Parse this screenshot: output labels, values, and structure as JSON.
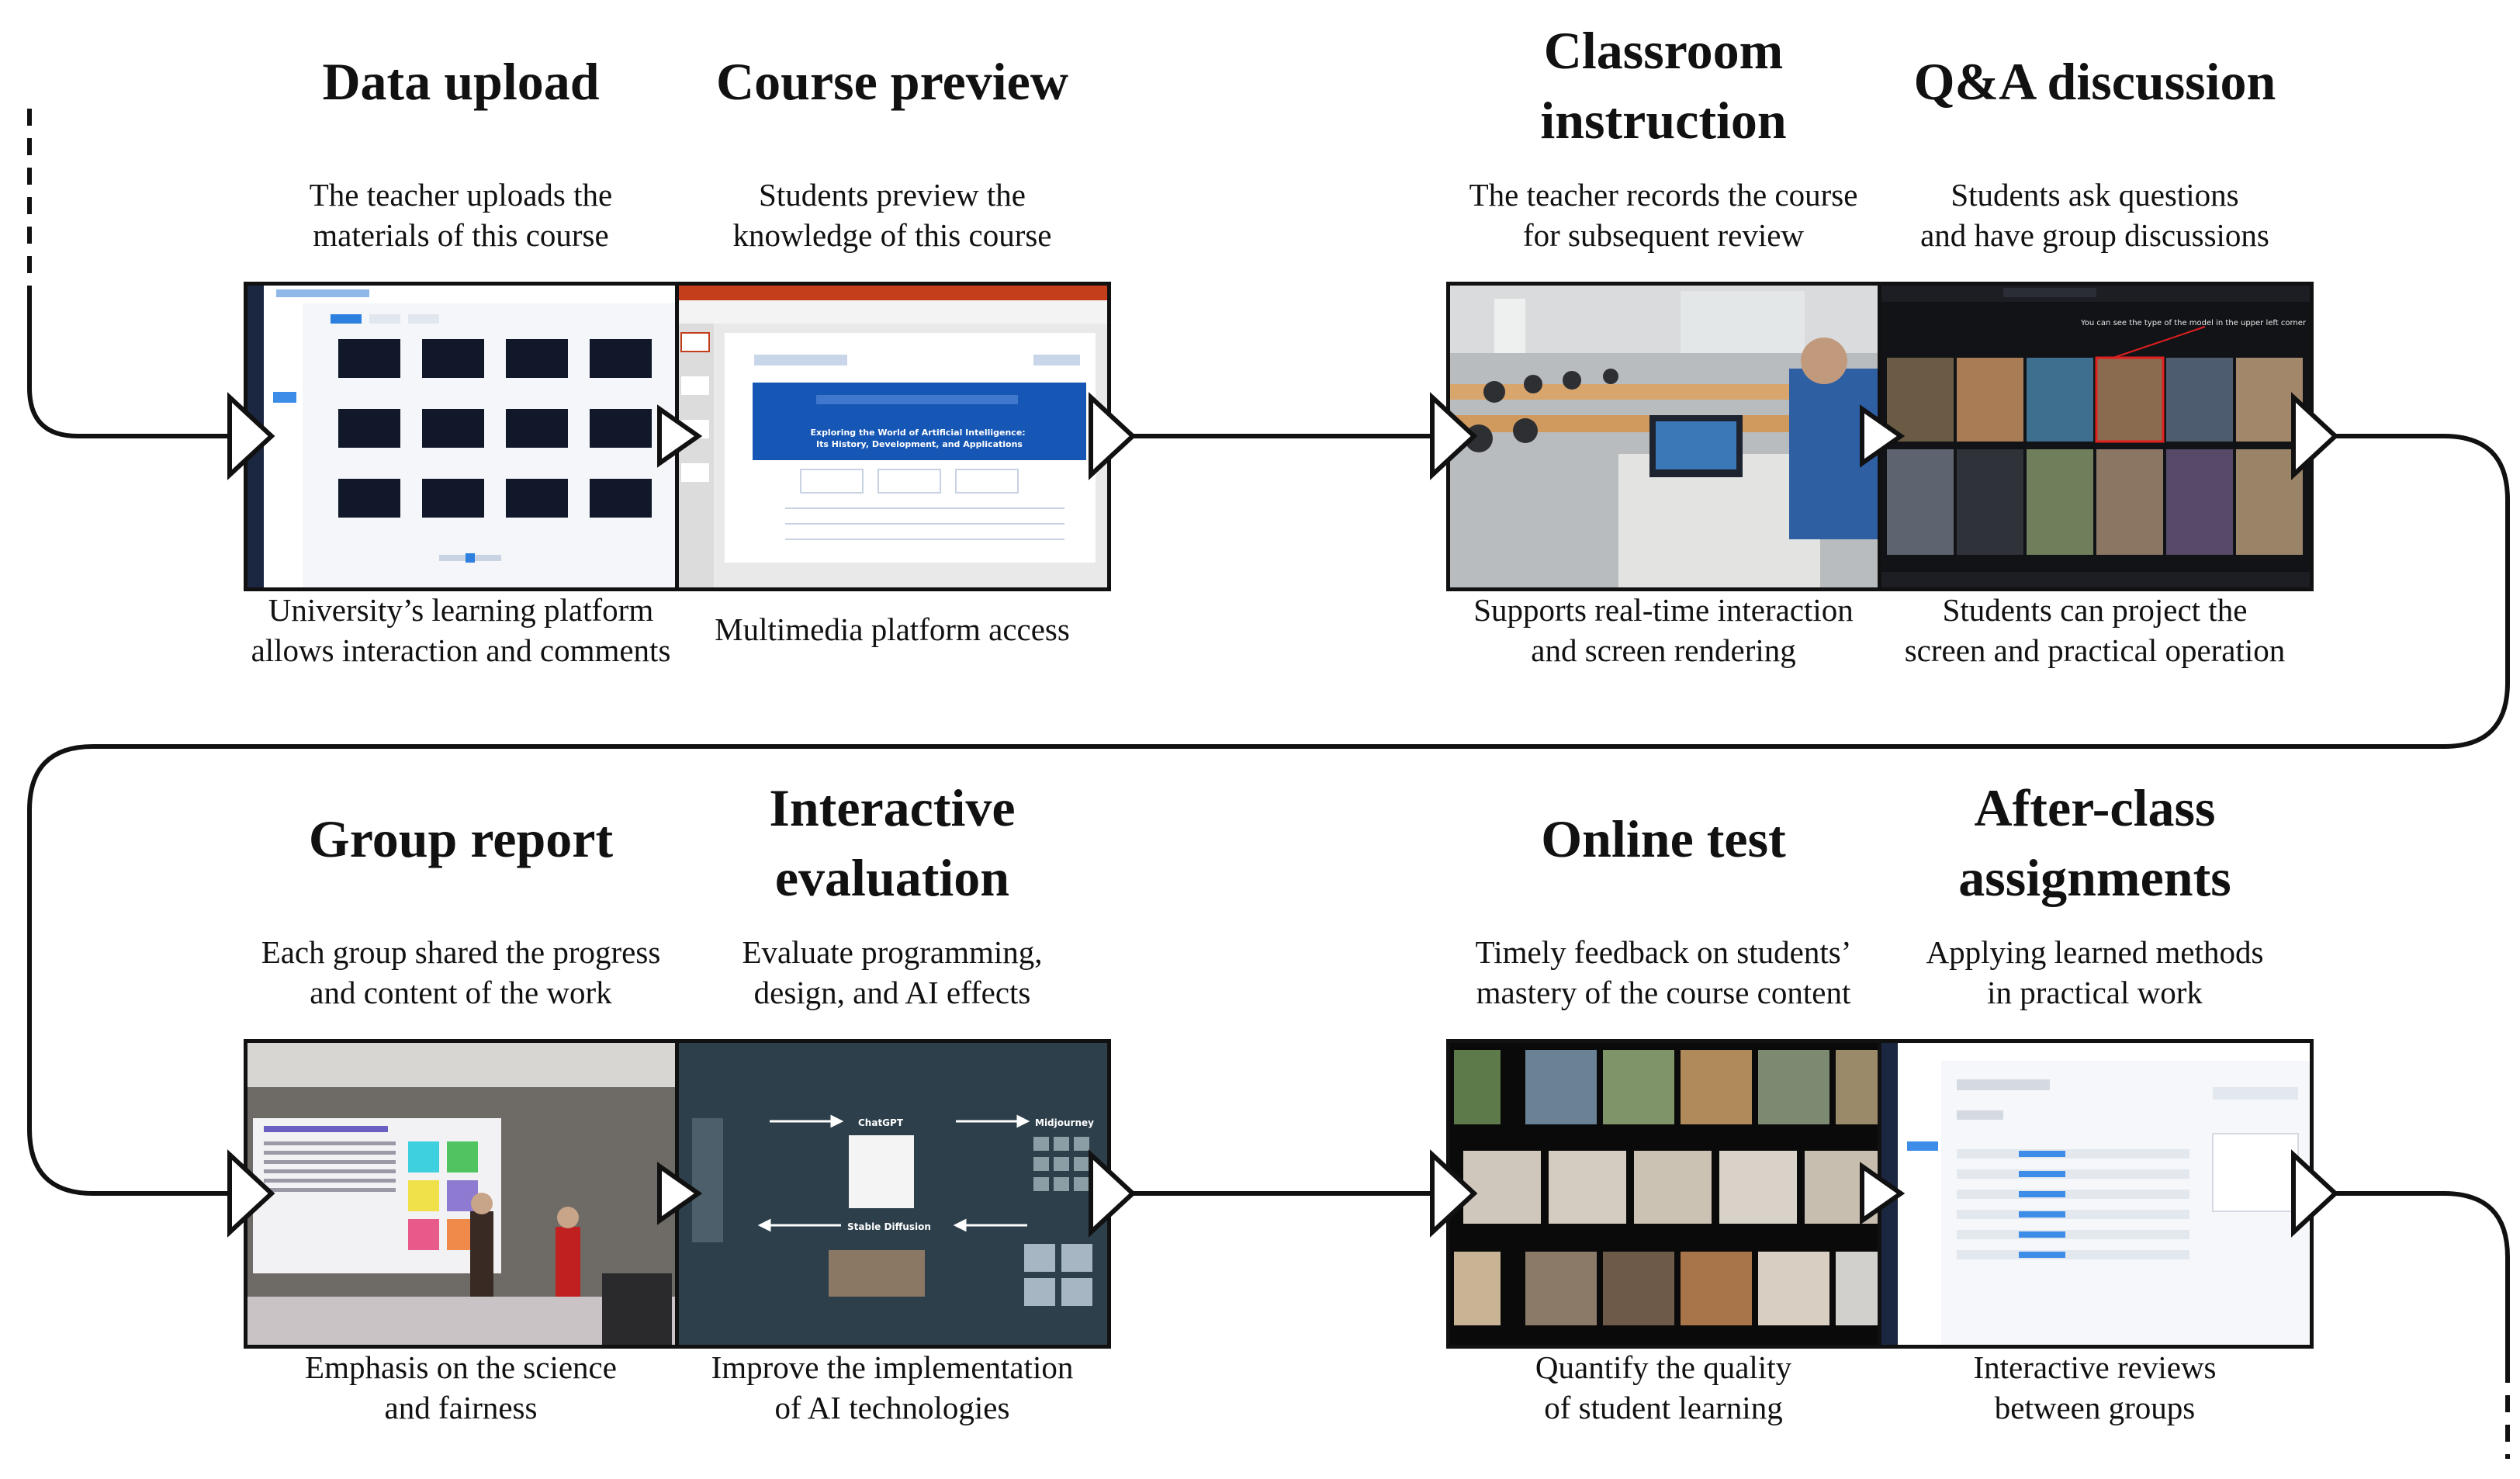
{
  "rows": [
    {
      "stages": [
        {
          "id": "data-upload",
          "title": "Data upload",
          "top": "The teacher uploads the\nmaterials of this course",
          "bottom": "University’s learning platform\nallows interaction and comments"
        },
        {
          "id": "course-preview",
          "title": "Course preview",
          "top": "Students preview the\nknowledge of this course",
          "bottom": "Multimedia platform access"
        },
        {
          "id": "classroom-instruction",
          "title": "Classroom\ninstruction",
          "top": "The teacher records the course\nfor subsequent review",
          "bottom": "Supports real-time interaction\nand screen rendering"
        },
        {
          "id": "qa-discussion",
          "title": "Q&A discussion",
          "top": "Students ask questions\nand have group discussions",
          "bottom": "Students can project the\nscreen and practical operation"
        }
      ]
    },
    {
      "stages": [
        {
          "id": "group-report",
          "title": "Group report",
          "top": "Each group shared the progress\nand content of the work",
          "bottom": "Emphasis on the science\nand fairness"
        },
        {
          "id": "interactive-evaluation",
          "title": "Interactive\nevaluation",
          "top": "Evaluate programming,\ndesign, and AI effects",
          "bottom": "Improve the implementation\nof AI technologies"
        },
        {
          "id": "online-test",
          "title": "Online test",
          "top": "Timely feedback on students’\nmastery of the course content",
          "bottom": "Quantify the quality\nof student learning"
        },
        {
          "id": "after-class-assignments",
          "title": "After-class\nassignments",
          "top": "Applying learned methods\nin practical work",
          "bottom": "Interactive reviews\nbetween groups"
        }
      ]
    }
  ],
  "screenshots": {
    "course_preview_banner": "Exploring the World of Artificial Intelligence:\nIts History, Development, and Applications",
    "qa_caption": "You can see the type of the model in the upper left corner",
    "eval_node_a": "ChatGPT",
    "eval_node_b": "Midjourney",
    "eval_node_c": "Stable Diffusion"
  }
}
